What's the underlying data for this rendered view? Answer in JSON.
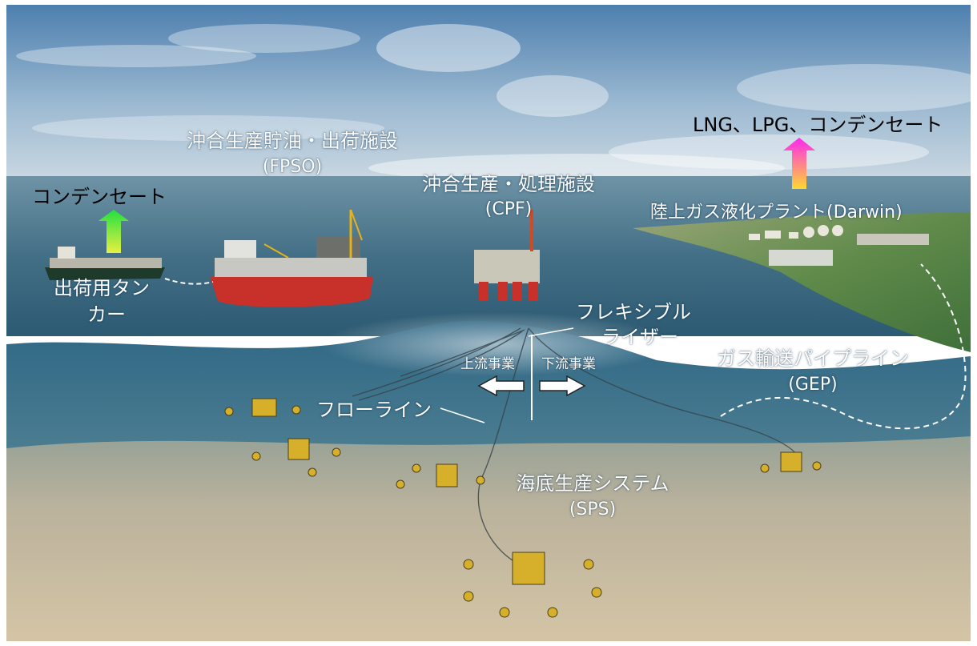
{
  "labels": {
    "fpso": "沖合生産貯油・出荷施設",
    "fpso_abbr": "(FPSO)",
    "cpf": "沖合生産・処理施設",
    "cpf_abbr": "(CPF)",
    "products_lng": "LNG、LPG、コンデンセート",
    "darwin": "陸上ガス液化プラント(Darwin)",
    "condensate": "コンデンセート",
    "tanker_line1": "出荷用タン",
    "tanker_line2": "カー",
    "riser_line1": "フレキシブル",
    "riser_line2": "ライザー",
    "upstream": "上流事業",
    "downstream": "下流事業",
    "flowline": "フローライン",
    "gep": "ガス輸送パイプライン",
    "gep_abbr": "(GEP)",
    "sps": "海底生産システム",
    "sps_abbr": "(SPS)"
  },
  "colors": {
    "condensate_arrow_top": "#22e040",
    "condensate_arrow_bottom": "#e8f040",
    "products_arrow_top": "#ff28f0",
    "products_arrow_bottom": "#ffd830",
    "ship_hull": "#c8302a",
    "tanker_hull": "#1e3a2a",
    "sea": "#2f6f8f",
    "seabed": "#d2bfa0",
    "land": "#5c8a48"
  }
}
